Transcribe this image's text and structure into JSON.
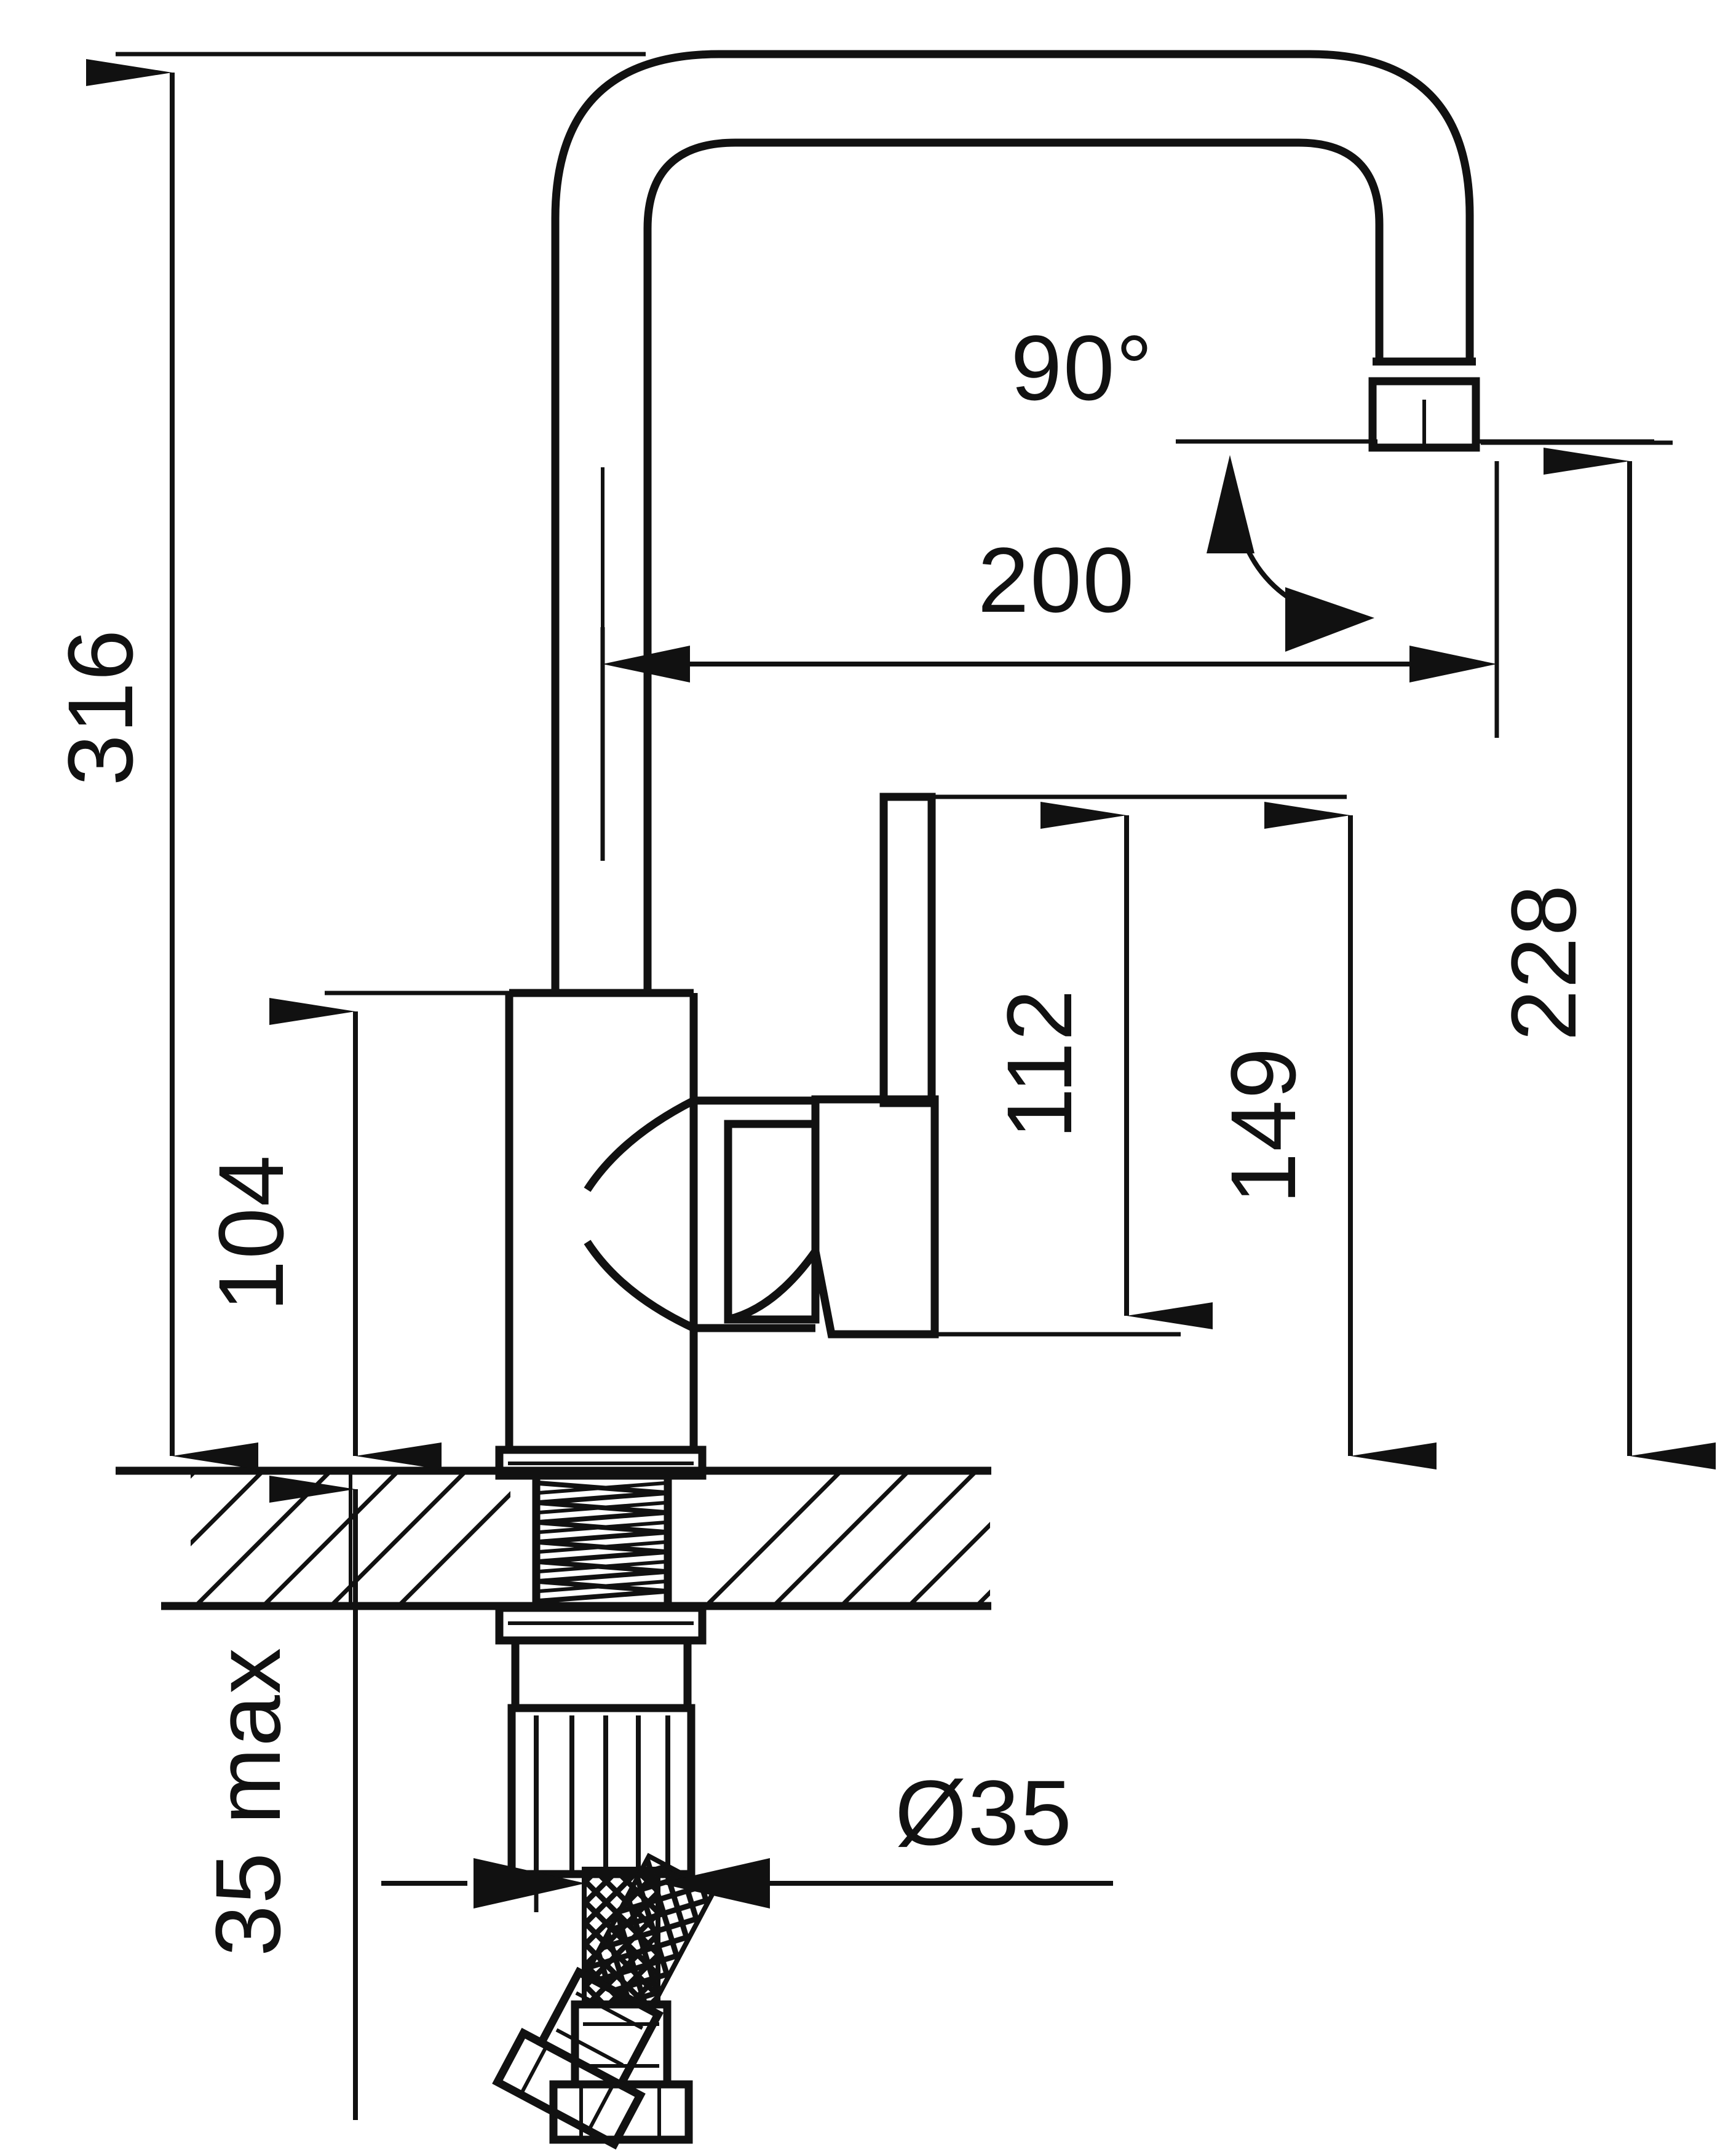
{
  "drawing": {
    "type": "technical-dimension-drawing",
    "subject": "single-lever-kitchen-mixer-tap",
    "units": "mm",
    "line_color": "#111111",
    "background_color": "#ffffff"
  },
  "dimensions": {
    "overall_height": "316",
    "spout_reach": "200",
    "spout_height_above_deck": "228",
    "handle_clearance_height": "149",
    "lever_height": "112",
    "body_height": "104",
    "swivel_angle": "90°",
    "max_deck_thickness": "35 max",
    "mounting_hole_diameter": "Ø35"
  },
  "labels": [
    {
      "id": "h316",
      "text": "316",
      "orientation": "vertical",
      "meaning": "overall-height"
    },
    {
      "id": "reach200",
      "text": "200",
      "orientation": "horizontal",
      "meaning": "spout-reach"
    },
    {
      "id": "angle90",
      "text": "90°",
      "orientation": "horizontal",
      "meaning": "spout-swivel-angle"
    },
    {
      "id": "h228",
      "text": "228",
      "orientation": "vertical",
      "meaning": "spout-outlet-height"
    },
    {
      "id": "h149",
      "text": "149",
      "orientation": "vertical",
      "meaning": "handle-clearance"
    },
    {
      "id": "h112",
      "text": "112",
      "orientation": "vertical",
      "meaning": "lever-height"
    },
    {
      "id": "h104",
      "text": "104",
      "orientation": "vertical",
      "meaning": "body-height"
    },
    {
      "id": "max35",
      "text": "35 max",
      "orientation": "vertical",
      "meaning": "max-deck-thickness"
    },
    {
      "id": "dia35",
      "text": "Ø35",
      "orientation": "horizontal",
      "meaning": "mounting-hole-diameter"
    }
  ]
}
